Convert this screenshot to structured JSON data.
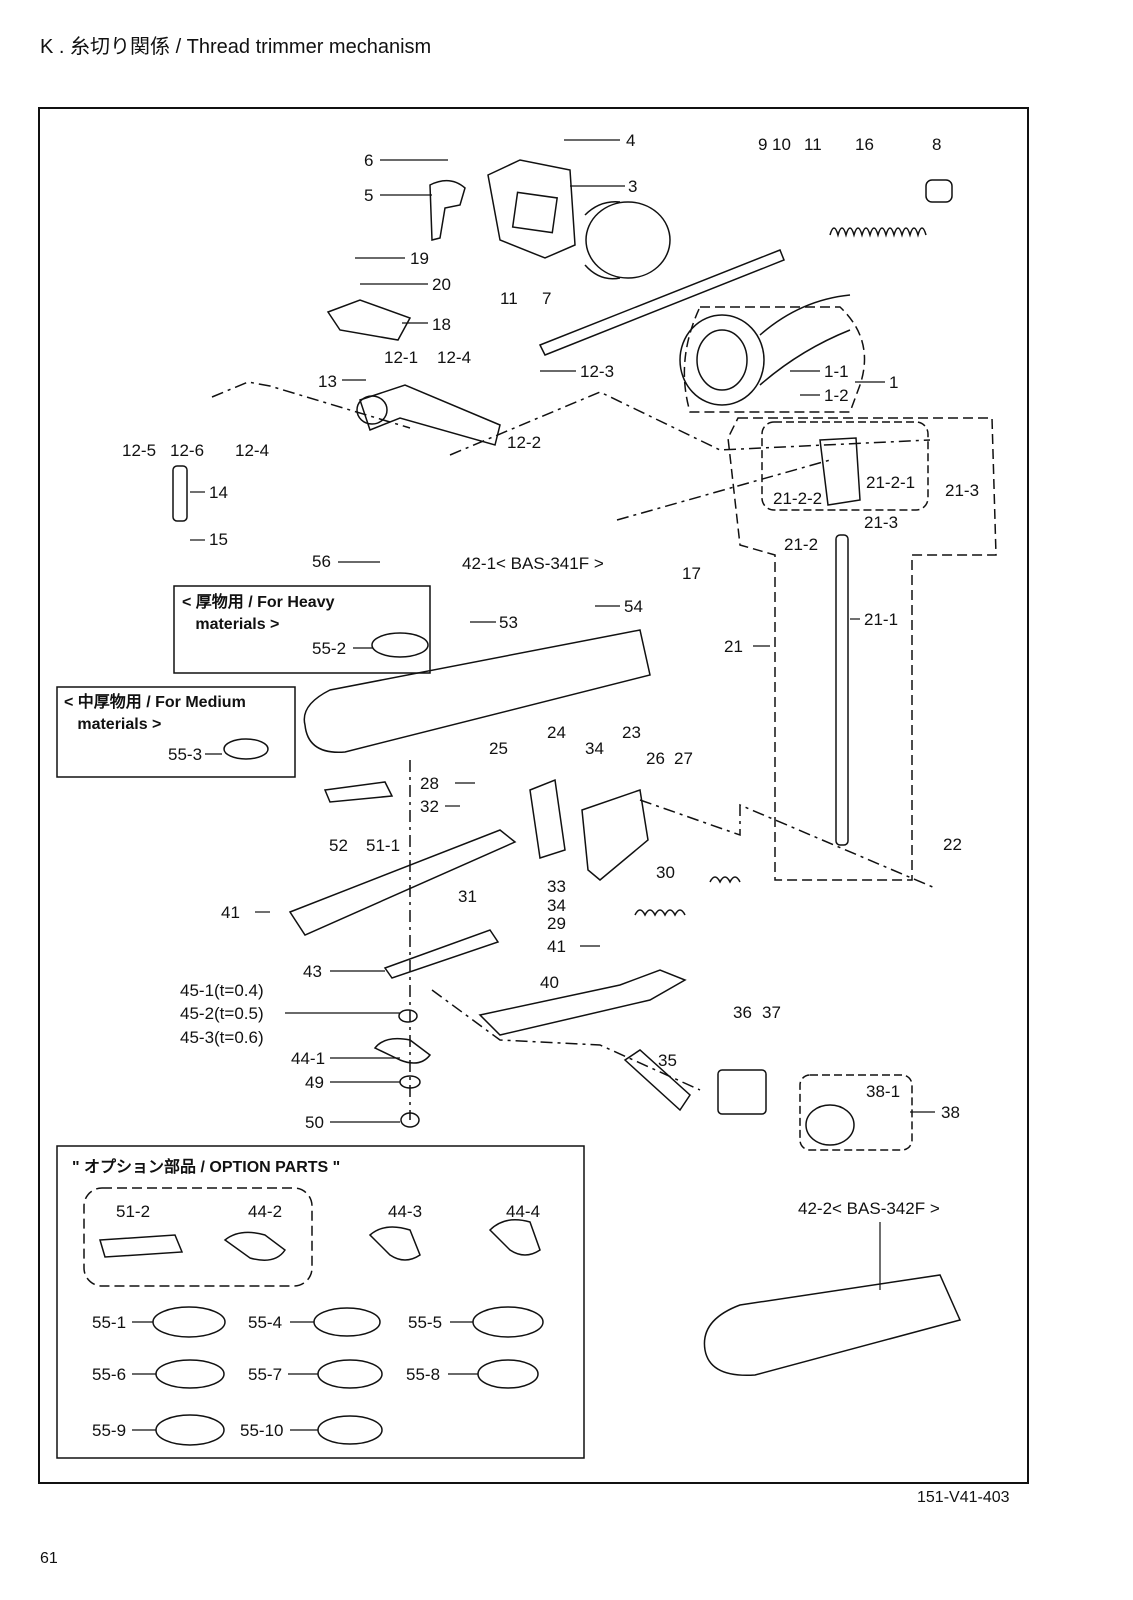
{
  "header": {
    "title": "K . 糸切り関係 / Thread trimmer mechanism"
  },
  "boxes": {
    "heavy_title": "< 厚物用 / For Heavy\n   materials >",
    "medium_title": "< 中厚物用 / For Medium\n   materials >",
    "option_title": "\" オプション部品 / OPTION PARTS \""
  },
  "callouts": [
    "4",
    "6",
    "5",
    "3",
    "9",
    "10",
    "11",
    "16",
    "8",
    "19",
    "20",
    "11",
    "7",
    "18",
    "13",
    "12-1",
    "12-4",
    "12-3",
    "1-1",
    "1-2",
    "1",
    "12-5",
    "12-6",
    "12-4",
    "12-2",
    "14",
    "15",
    "21-2-1",
    "21-2-2",
    "21-3",
    "21-3",
    "21-2",
    "17",
    "56",
    "42-1< BAS-341F >",
    "54",
    "53",
    "55-2",
    "21-1",
    "21",
    "55-3",
    "25",
    "24",
    "34",
    "23",
    "26",
    "27",
    "28",
    "32",
    "52",
    "51-1",
    "22",
    "33",
    "30",
    "34",
    "31",
    "29",
    "41",
    "41",
    "43",
    "40",
    "45-1(t=0.4)",
    "45-2(t=0.5)",
    "45-3(t=0.6)",
    "36",
    "37",
    "44-1",
    "35",
    "38-1",
    "38",
    "49",
    "50",
    "51-2",
    "44-2",
    "44-3",
    "44-4",
    "42-2< BAS-342F >",
    "55-1",
    "55-4",
    "55-5",
    "55-6",
    "55-7",
    "55-8",
    "55-9",
    "55-10"
  ],
  "footer": {
    "drawing_code": "151-V41-403",
    "page_number": "61"
  }
}
